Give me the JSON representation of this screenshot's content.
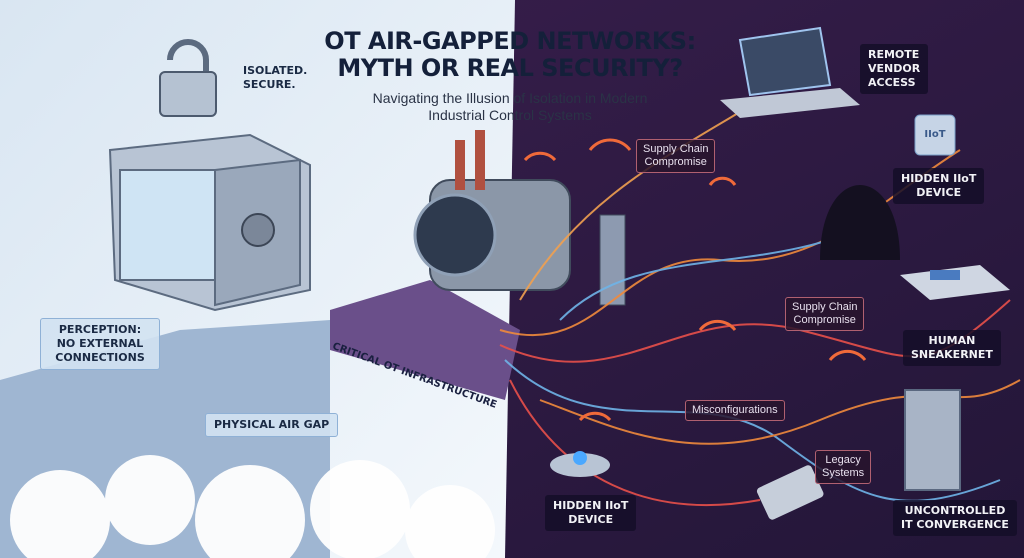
{
  "title": {
    "line1": "OT AIR-GAPPED NETWORKS:",
    "line2": "MYTH OR REAL SECURITY?"
  },
  "subtitle": {
    "line1": "Navigating the Illusion of Isolation in Modern",
    "line2": "Industrial Control Systems"
  },
  "left": {
    "lock_label": {
      "line1": "ISOLATED.",
      "line2": "SECURE."
    },
    "perception": {
      "line1": "PERCEPTION:",
      "line2": "NO EXTERNAL",
      "line3": "CONNECTIONS"
    },
    "air_gap": "PHYSICAL AIR GAP",
    "infrastructure": "CRITICAL OT INFRASTRUCTURE"
  },
  "right": {
    "remote_vendor": {
      "line1": "REMOTE",
      "line2": "VENDOR",
      "line3": "ACCESS"
    },
    "hidden_iiot_top": {
      "line1": "HIDDEN IIoT",
      "line2": "DEVICE"
    },
    "iiot_chip": "IIoT",
    "human_sneakernet": {
      "line1": "HUMAN",
      "line2": "SNEAKERNET"
    },
    "hidden_iiot_bottom": {
      "line1": "HIDDEN IIoT",
      "line2": "DEVICE"
    },
    "uncontrolled": {
      "line1": "UNCONTROLLED",
      "line2": "IT CONVERGENCE"
    },
    "tags": {
      "supply_chain_1": {
        "line1": "Supply Chain",
        "line2": "Compromise"
      },
      "supply_chain_2": {
        "line1": "Supply Chain",
        "line2": "Compromise"
      },
      "misconfig": "Misconfigurations",
      "legacy": {
        "line1": "Legacy",
        "line2": "Systems"
      }
    }
  },
  "colors": {
    "light_bg": "#e6eef7",
    "dark_bg": "#2a1a40",
    "wire_orange": "#f08a3c",
    "wire_red": "#e8504a",
    "wire_blue": "#6fb4e8"
  }
}
